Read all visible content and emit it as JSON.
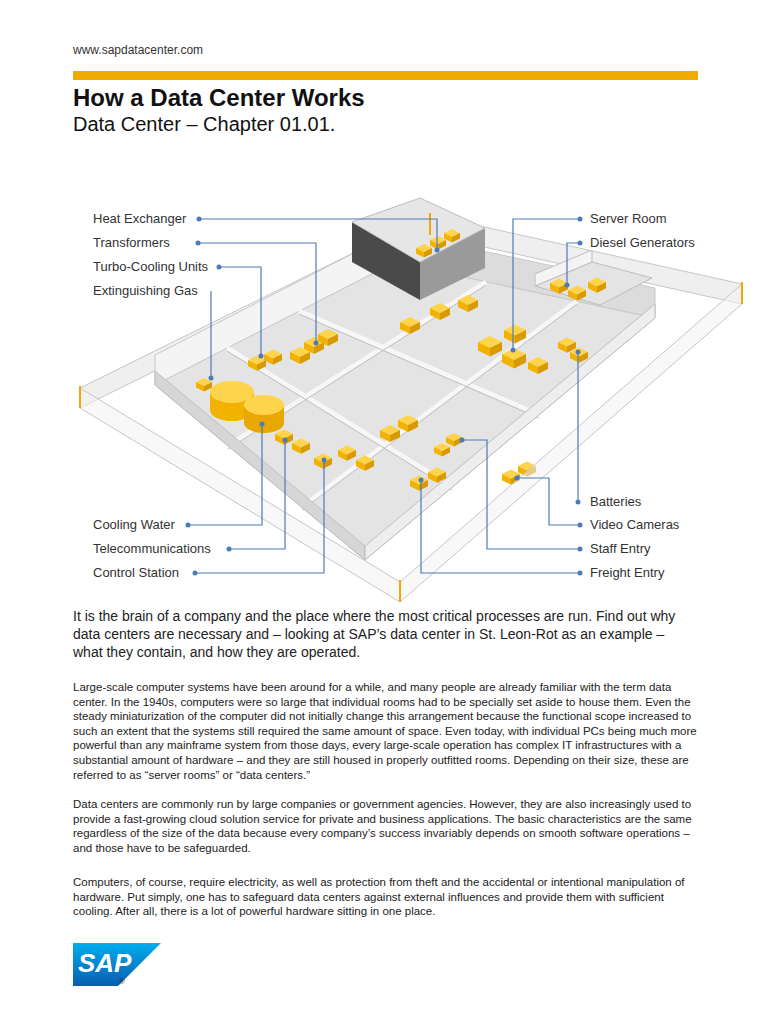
{
  "diagram": {
    "title": "How a Data Center Works",
    "labels": [
      "www.sapdatacenter.com",
      "Data Center – Chapter 01.01.",
      "Heat Exchanger",
      "Transformers",
      "Turbo-Cooling Units",
      "Extinguishing Gas",
      "Server Room",
      "Diesel Generators",
      "Cooling Water",
      "Telecommunications",
      "Control Station",
      "Batteries",
      "Video Cameras",
      "Staff Entry",
      "Freight Entry",
      "It is the brain of a company and the place where the most critical processes are run. Find out why data centers are necessary and – looking at SAP’s data center in St. Leon-Rot as an example – what they contain, and how they are operated.",
      "Large-scale computer systems have been around for a while, and many people are already familiar with the term data center. In the 1940s, computers were so large that individual rooms had to be specially set aside to house them. Even the steady miniaturization of the computer did not initially change this arrangement because the functional scope increased to such an extent that the systems still required the same amount of space. Even today, with individual PCs being much more powerful than any mainframe system from those days, every large-scale operation has complex IT infrastructures with a substantial amount of hardware – and they are still housed in properly outfitted rooms. Depending on their size, these are referred to as “server rooms” or “data centers.”",
      "Data centers are commonly run by large companies or government agencies. However, they are also increasingly used to provide a fast-growing cloud solution service for private and business applications. The basic characteristics are the same regardless of the size of the data because every company’s success invariably depends on smooth software operations – and those have to be safeguarded.",
      "Computers, of course, require electricity, as well as protection from theft and the accidental or intentional manipulation of hardware. Put simply, one has to safeguard data centers against external influences and provide them with sufficient cooling. After all, there is a lot of powerful hardware sitting in one place.",
      "SAP",
      "®"
    ]
  }
}
